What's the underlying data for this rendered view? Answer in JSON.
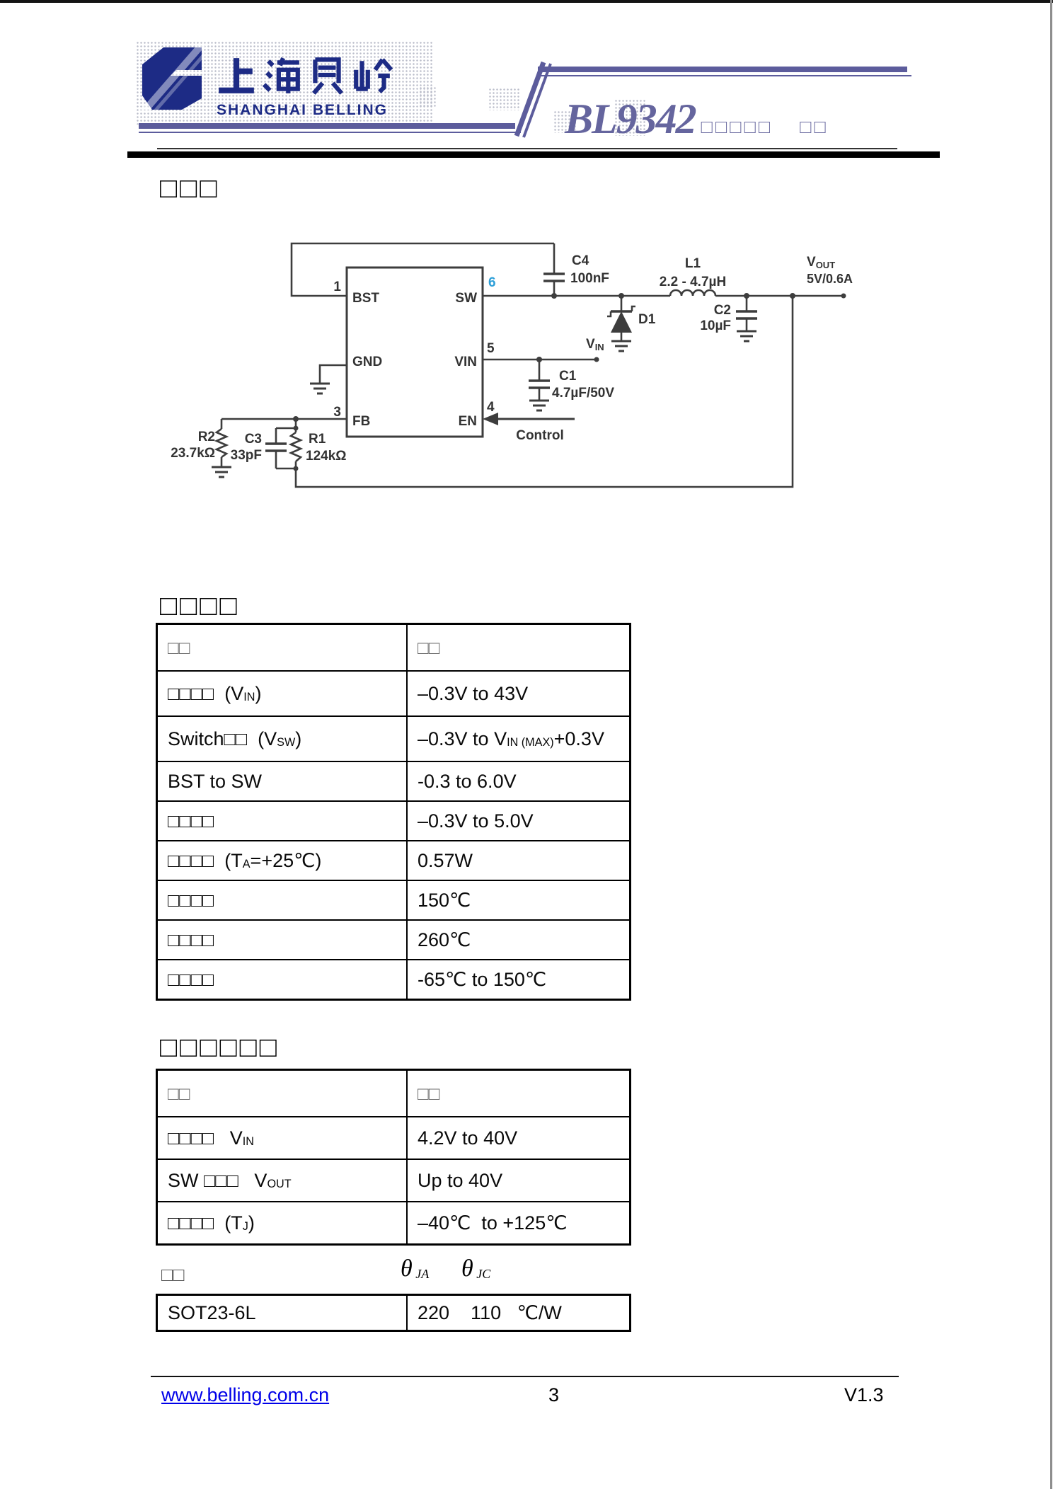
{
  "colors": {
    "accent_purple": "#5c5c9c",
    "title_purple": "#65659e",
    "logo_blue": "#1d2b85",
    "link_blue": "#0000e8",
    "pin6_blue": "#2d9fd8"
  },
  "header": {
    "company_en": "SHANGHAI BELLING",
    "model": "BL9342",
    "title_suffix_boxes": "□□□□□",
    "title_suffix_boxes2": "□□"
  },
  "sections": {
    "application_heading": "□□□",
    "abs_max": {
      "heading": "□□□□",
      "col_param": "□□",
      "col_value": "□□",
      "rows": [
        {
          "p": "□□□□&nbsp;&nbsp;(V<sub>IN</sub>)",
          "v": "–0.3V to 43V"
        },
        {
          "p": "Switch□□&nbsp;&nbsp;(V<sub>SW</sub>)",
          "v": "–0.3V to V<sub>IN (MAX)</sub>+0.3V"
        },
        {
          "p": "BST to SW",
          "v": "-0.3 to 6.0V"
        },
        {
          "p": "□□□□",
          "v": "–0.3V to 5.0V"
        },
        {
          "p": "□□□□&nbsp;&nbsp;(T<sub>A</sub>=+25℃)",
          "v": "0.57W"
        },
        {
          "p": "□□□□",
          "v": "150℃"
        },
        {
          "p": "□□□□",
          "v": "260℃"
        },
        {
          "p": "□□□□",
          "v": "-65℃ to 150℃"
        }
      ]
    },
    "recommended": {
      "heading": "□□□□□□",
      "col_param": "□□",
      "col_value": "□□",
      "rows": [
        {
          "p": "□□□□&nbsp;&nbsp;&nbsp;V<sub>IN</sub>",
          "v": "4.2V to 40V"
        },
        {
          "p": "SW □□□&nbsp;&nbsp;&nbsp;V<sub>OUT</sub>",
          "v": "Up to 40V"
        },
        {
          "p": "□□□□&nbsp;&nbsp;(T<sub>J</sub>)",
          "v": "–40℃&nbsp; to +125℃"
        }
      ]
    },
    "thermal": {
      "package_label": "□□",
      "theta_ja": "<i>θ</i><sub> JA</sub>",
      "theta_jc": "<i>θ</i><sub> JC</sub>",
      "package": "SOT23-6L",
      "values": "220&nbsp;&nbsp;&nbsp;&nbsp;110&nbsp;&nbsp;&nbsp;℃/W"
    }
  },
  "circuit": {
    "pins": {
      "bst": "BST",
      "gnd": "GND",
      "fb": "FB",
      "sw": "SW",
      "vin": "VIN",
      "en": "EN"
    },
    "nums": {
      "p1": "1",
      "p3": "3",
      "p4": "4",
      "p5": "5",
      "p6": "6"
    },
    "c4": "C4",
    "c4v": "100nF",
    "l1": "L1",
    "l1v": "2.2 - 4.7µH",
    "vout_v": "V",
    "vout_sub": "OUT",
    "voutv": "5V/0.6A",
    "d1": "D1",
    "c2": "C2",
    "c2v": "10µF",
    "vin_v": "V",
    "vin_sub": "IN",
    "c1": "C1",
    "c1v": "4.7µF/50V",
    "control": "Control",
    "r2": "R2",
    "r2v": "23.7kΩ",
    "c3": "C3",
    "c3v": "33pF",
    "r1": "R1",
    "r1v": "124kΩ"
  },
  "footer": {
    "url": "www.belling.com.cn",
    "page_number": "3",
    "version": "V1.3"
  }
}
